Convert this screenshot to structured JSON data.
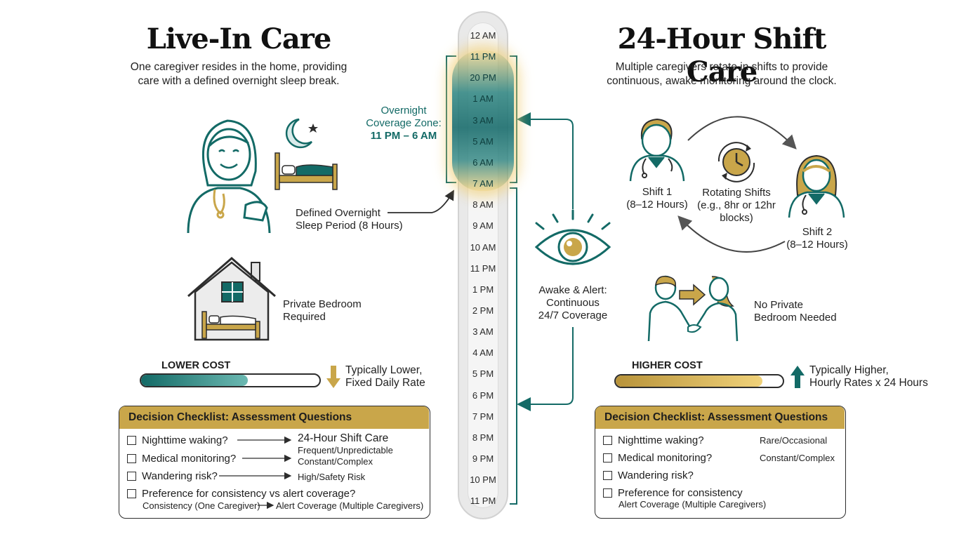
{
  "left": {
    "title": "Live-In Care",
    "subtitle_line1": "One caregiver resides in the home, providing",
    "subtitle_line2": "care with a defined overnight sleep break.",
    "sleep_label_line1": "Defined Overnight",
    "sleep_label_line2": "Sleep Period (8 Hours)",
    "bedroom_label_line1": "Private Bedroom",
    "bedroom_label_line2": "Required",
    "cost_label": "LOWER COST",
    "cost_fill": 0.6,
    "cost_note_line1": "Typically Lower,",
    "cost_note_line2": "Fixed Daily Rate",
    "checklist": {
      "title": "Decision Checklist: Assessment Questions",
      "q1": "Nighttime waking?",
      "q1_answer": "24-Hour Shift Care",
      "q1_sub": "Frequent/Unpredictable",
      "q2": "Medical monitoring?",
      "q2_answer": "Constant/Complex",
      "q3": "Wandering risk?",
      "q3_answer": "High/Safety Risk",
      "q4": "Preference for consistency vs alert coverage?",
      "q4_a": "Consistency (One Caregiver)",
      "q4_b": "Alert Coverage (Multiple Caregivers)"
    }
  },
  "right": {
    "title": "24-Hour Shift Care",
    "subtitle_line1": "Multiple caregivers rotate in shifts to provide",
    "subtitle_line2": "continuous, awake monitoring around the clock.",
    "shift1_line1": "Shift 1",
    "shift1_line2": "(8–12 Hours)",
    "rotating_line1": "Rotating Shifts",
    "rotating_line2": "(e.g., 8hr or 12hr",
    "rotating_line3": "blocks)",
    "shift2_line1": "Shift 2",
    "shift2_line2": "(8–12 Hours)",
    "bedroom_label_line1": "No Private",
    "bedroom_label_line2": "Bedroom Needed",
    "cost_label": "HIGHER COST",
    "cost_fill": 0.88,
    "cost_note_line1": "Typically Higher,",
    "cost_note_line2": "Hourly Rates x 24 Hours",
    "checklist": {
      "title": "Decision Checklist: Assessment Questions",
      "q1": "Nighttime waking?",
      "q1_answer": "Rare/Occasional",
      "q2": "Medical monitoring?",
      "q2_answer": "Constant/Complex",
      "q3": "Wandering risk?",
      "q4": "Preference for consistency",
      "q4_sub": "Alert Coverage (Multiple Caregivers)"
    }
  },
  "timeline": {
    "hours": [
      "12 AM",
      "11 PM",
      "20 PM",
      "1 AM",
      "3 AM",
      "5 AM",
      "6 AM",
      "7 AM",
      "8 AM",
      "9 AM",
      "10 AM",
      "11 PM",
      "1 PM",
      "2 PM",
      "3 AM",
      "4 AM",
      "5 PM",
      "6 PM",
      "7 PM",
      "8 PM",
      "9 PM",
      "10 PM",
      "11 PM"
    ],
    "zone_line1": "Overnight",
    "zone_line2": "Coverage Zone:",
    "zone_line3": "11 PM – 6 AM",
    "awake_line1": "Awake & Alert:",
    "awake_line2": "Continuous",
    "awake_line3": "24/7 Coverage"
  },
  "colors": {
    "teal": "#136a66",
    "gold": "#c9a64a",
    "dark": "#2d2d2d"
  }
}
